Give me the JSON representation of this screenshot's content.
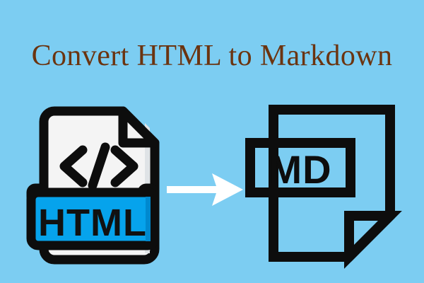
{
  "poster": {
    "background_color": "#7ccdf2",
    "title": "Convert HTML to Markdown",
    "title_color": "#6b3410"
  },
  "source_file": {
    "icon_name": "html-file-icon",
    "label": "HTML",
    "code_glyph": "</>",
    "page_color": "#f4f4f4",
    "banner_color": "#06a3ec",
    "outline_color": "#0d0d0d",
    "label_color": "#111111"
  },
  "arrow": {
    "icon_name": "arrow-right-icon",
    "color": "#ffffff",
    "direction": "right"
  },
  "target_file": {
    "icon_name": "markdown-file-icon",
    "label": "MD",
    "outline_color": "#0d0d0d",
    "fill": "transparent"
  }
}
